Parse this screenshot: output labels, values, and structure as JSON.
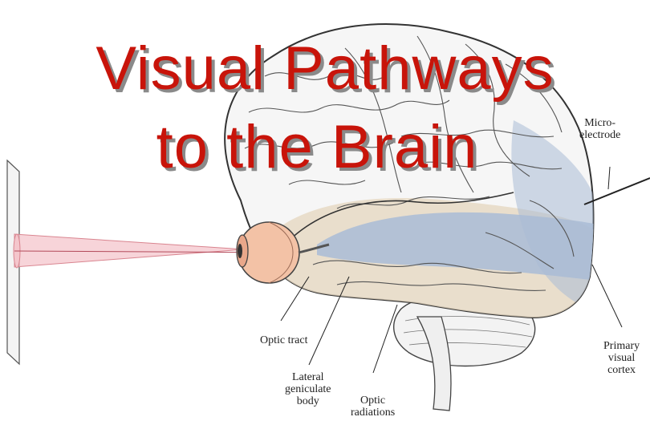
{
  "title": {
    "line1": "Visual Pathways",
    "line2": "to the Brain"
  },
  "labels": {
    "microelectrode": [
      "Micro-",
      "electrode"
    ],
    "optic_tract": "Optic tract",
    "lateral_geniculate": [
      "Lateral",
      "geniculate",
      "body"
    ],
    "optic_radiations": [
      "Optic",
      "radiations"
    ],
    "primary_visual_cortex": [
      "Primary",
      "visual",
      "cortex"
    ]
  },
  "colors": {
    "title": "#c8140a",
    "title_shadow": "#8a8a8a",
    "visual_pathway": "#a9bcd6",
    "temporal_region": "#e6d8c2",
    "eye": "#f3c2a6",
    "light_cone": "#f4c6cc"
  }
}
